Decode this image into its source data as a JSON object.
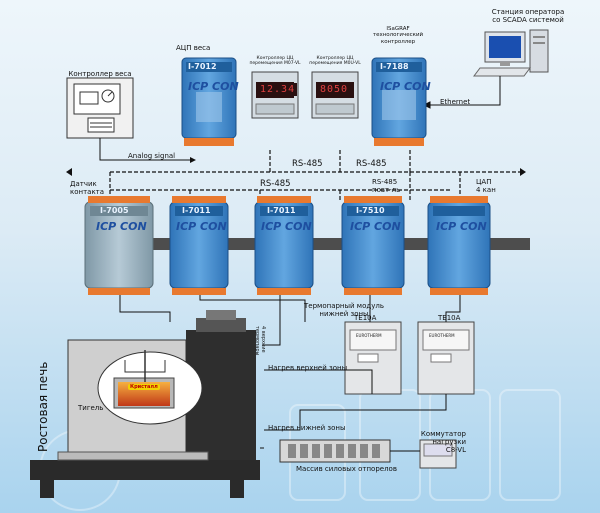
{
  "labels": {
    "operator_station": "Станция оператора\nсо SCADA системой",
    "isagraf_controller": "ISaGRAF\nтехнологический\nконтроллер",
    "ethernet": "Ethernet",
    "adc_title": "АЦП веса",
    "adc_module": "I-7012",
    "display_1": "Контроллер ЦЦ\nперемещения M07-VL",
    "display_2": "Контроллер ЦЦ\nперемещения M0U-VL",
    "display_1_value": "12.34",
    "display_2_value": "8050",
    "controller_module": "I-7188",
    "scale_controller": "Контроллер веса",
    "analog_signal": "Analog signal",
    "rs485_a": "RS-485",
    "rs485_b": "RS-485",
    "rs485_c": "RS-485",
    "rs485_converter": "RS-485\nповт-ль",
    "contact_sensor": "Датчик\nконтакта",
    "dac": "ЦАП\n4 кан",
    "m1": "I-7005",
    "m2": "I-7011",
    "m3": "I-7011",
    "m4": "I-7510",
    "thermocouple_module": "Термопарный модуль\nнижней зоны",
    "te10a_1": "TE10A",
    "te10a_2": "TE10A",
    "eurotherm_1": "EUROTHERM",
    "eurotherm_2": "EUROTHERM",
    "thermocouples": "4 верхние\nтермопары",
    "upper_heating": "Нагрев верхней зоны",
    "lower_heating": "Нагрев нижней зоны",
    "furnace": "Ростовая печь",
    "crystal": "Кристалл",
    "crucible": "Тигель",
    "load_switch": "Коммутатор\nнагрузки\nC8-VL",
    "thyristor_array": "Массив силовых отпорелов",
    "brand": "ICP CON"
  },
  "colors": {
    "module_blue": "#4f93d3",
    "module_dark": "#1f5f9c",
    "module_gray": "#9db3c0",
    "terminal_orange": "#e8792f",
    "rail": "#4d4d4d",
    "furnace_gray": "#c8c8c8",
    "furnace_dark": "#2e2e2e",
    "melt": "#e0602a"
  }
}
